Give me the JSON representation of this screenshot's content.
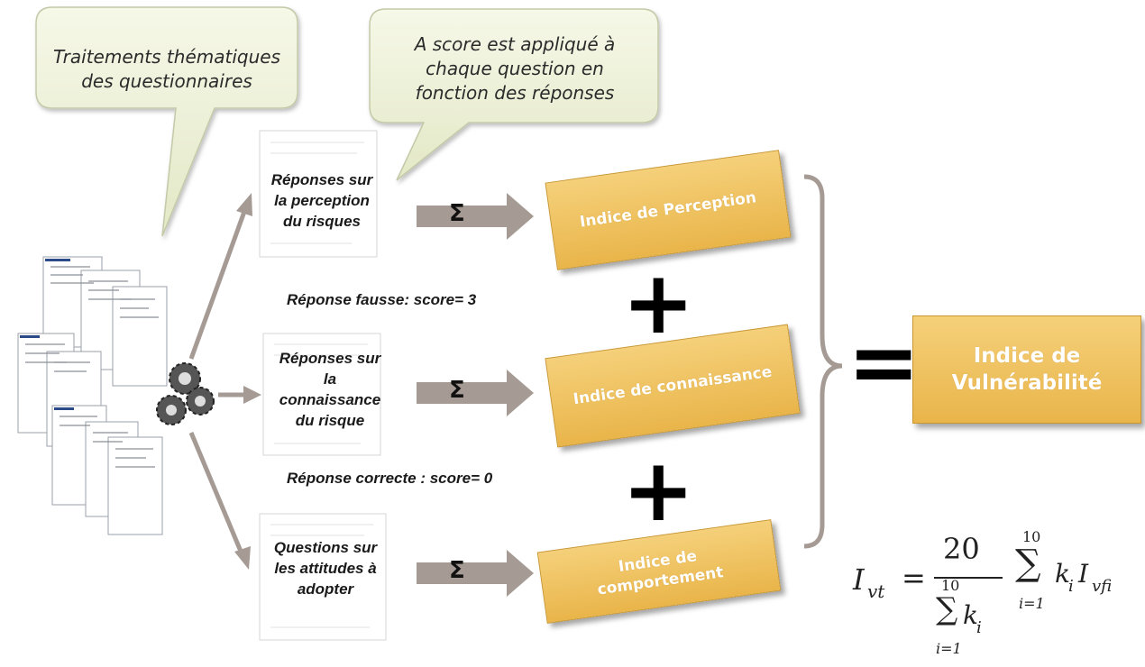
{
  "callouts": {
    "left": [
      "Traitements thématiques",
      "des questionnaires"
    ],
    "right": [
      "A score est appliqué à",
      "chaque question en",
      "fonction des réponses"
    ]
  },
  "responses": [
    [
      "Réponses sur",
      "la perception",
      "du risques"
    ],
    [
      "Réponses sur",
      "la",
      "connaissance",
      "du risque"
    ],
    [
      "Questions sur",
      "les attitudes à",
      "adopter"
    ]
  ],
  "scores": {
    "wrong": "Réponse fausse: score= 3",
    "correct": "Réponse correcte : score= 0"
  },
  "sum_symbol": "Σ",
  "indices": [
    [
      "Indice de Perception"
    ],
    [
      "Indice de connaissance"
    ],
    [
      "Indice de",
      "comportement"
    ]
  ],
  "operators": {
    "plus": "+",
    "equals": "="
  },
  "result": [
    "Indice de",
    "Vulnérabilité"
  ],
  "formula": {
    "lhs": "I",
    "lhs_sub": "vt",
    "eq": "=",
    "numerator": "20",
    "sum": "∑",
    "upper": "10",
    "lower": "i=1",
    "k": "k",
    "k_sub": "i",
    "I": "I",
    "I_sub": "vfi"
  },
  "colors": {
    "box_fill": "#f0c35e",
    "bubble_fill": "#ecf0d6",
    "arrow": "#a59b94"
  }
}
